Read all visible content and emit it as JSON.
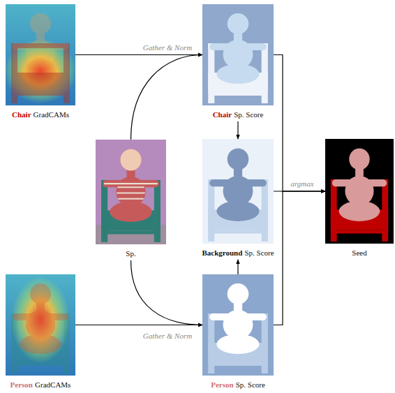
{
  "diagram": {
    "nodes": [
      {
        "text": [
          "Chair",
          "GradCAMs"
        ]
      },
      {
        "text": [
          "Chair",
          "Sp. Score"
        ]
      },
      {
        "text": [
          "Sp."
        ]
      },
      {
        "text": [
          "Background",
          "Sp. Score"
        ]
      },
      {
        "text": [
          "Seed"
        ]
      },
      {
        "text": [
          "Person",
          "GradCAMs"
        ]
      },
      {
        "text": [
          "Person",
          "Sp. Score"
        ]
      }
    ],
    "edges": [
      {
        "from": 0,
        "to": 1,
        "arrow": "to",
        "label": "Gather & Norm"
      },
      {
        "from": 2,
        "to": 1,
        "arrow": "to"
      },
      {
        "from": 5,
        "to": 6,
        "arrow": "to",
        "label": "Gather & Norm"
      },
      {
        "from": 2,
        "to": 6,
        "arrow": "to"
      },
      {
        "from": 1,
        "to": 3,
        "arrow": "to"
      },
      {
        "from": 6,
        "to": 3,
        "arrow": "to"
      },
      {
        "from": 1,
        "to": 4,
        "arrow": "to"
      },
      {
        "from": 3,
        "to": 4,
        "arrow": "to",
        "label": "argmax"
      },
      {
        "from": 6,
        "to": 4,
        "arrow": "to"
      }
    ]
  }
}
